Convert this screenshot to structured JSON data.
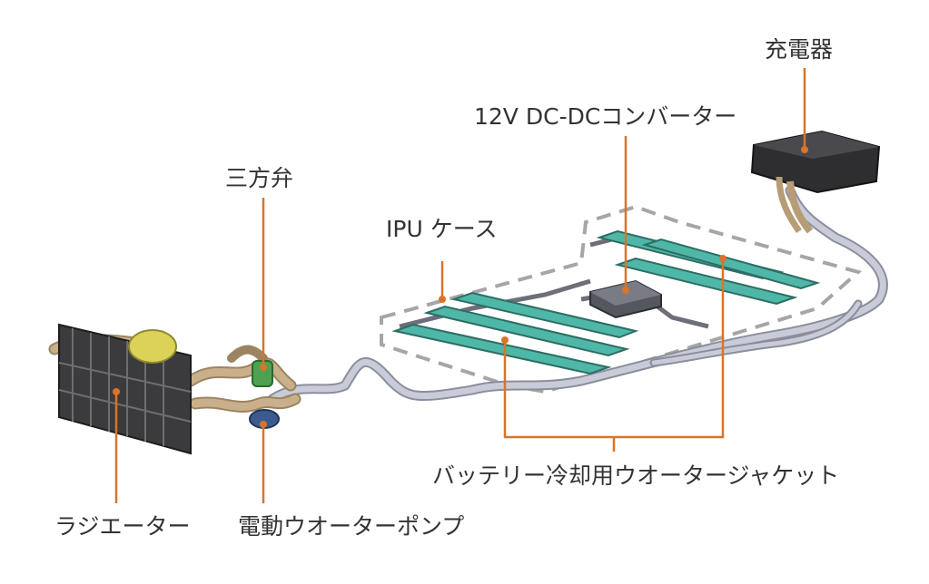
{
  "labels": {
    "charger": "充電器",
    "dcdc": "12V DC-DCコンバーター",
    "three_way_valve": "三方弁",
    "ipu_case": "IPU ケース",
    "water_jacket": "バッテリー冷却用ウオータージャケット",
    "radiator": "ラジエーター",
    "pump": "電動ウオーターポンプ"
  },
  "colors": {
    "leader": "#d9742a",
    "text": "#333333",
    "jacket": "#4fb7a8",
    "pipe": "#b5b9c7",
    "hose": "#b79c76",
    "dashed": "#a6a6a6",
    "charger_body": "#2e2e30",
    "radiator_frame": "#3b3b3d",
    "reservoir": "#dcd257",
    "valve": "#4fa050",
    "pump": "#3b5b8e"
  }
}
